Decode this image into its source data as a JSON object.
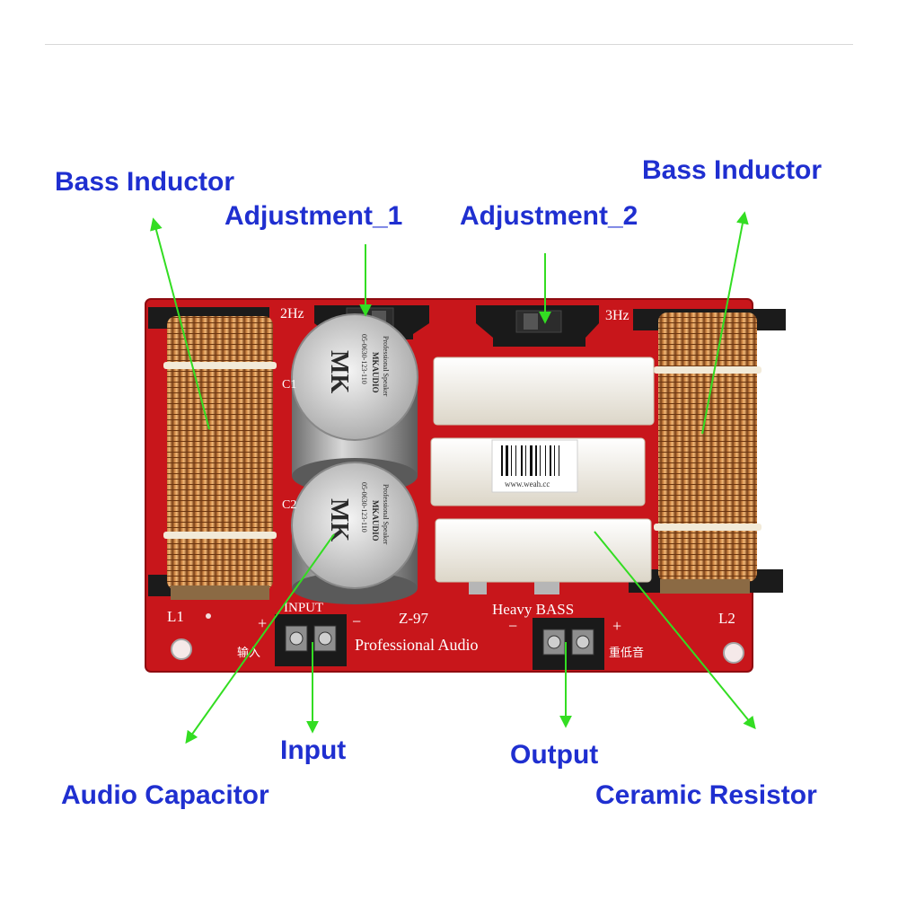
{
  "callouts": {
    "bass_inductor_left": "Bass Inductor",
    "bass_inductor_right": "Bass Inductor",
    "adjustment_1": "Adjustment_1",
    "adjustment_2": "Adjustment_2",
    "input": "Input",
    "output": "Output",
    "audio_capacitor": "Audio Capacitor",
    "ceramic_resistor": "Ceramic Resistor"
  },
  "board": {
    "switch_left_label": "2Hz",
    "switch_right_label": "3Hz",
    "inductor_left_label": "L1",
    "inductor_right_label": "L2",
    "capacitor_1_label": "C1",
    "capacitor_2_label": "C2",
    "input_label": "INPUT",
    "input_plus": "+",
    "input_minus": "−",
    "input_chinese": "输入",
    "model": "Z-97",
    "brand_line": "Professional Audio",
    "output_label": "Heavy  BASS",
    "output_minus": "−",
    "output_plus": "+",
    "output_chinese": "重低音",
    "barcode_url": "www.weah.cc"
  },
  "capacitor": {
    "logo": "MK",
    "line1": "05-0630-123-110",
    "line2": "MKAUDIO",
    "line3": "Professional Speaker"
  },
  "colors": {
    "callout_text": "#1f2fd0",
    "arrow": "#33dd22",
    "board": "#c8161b",
    "copper": "#c2783a",
    "resistor": "#f3efe6"
  }
}
